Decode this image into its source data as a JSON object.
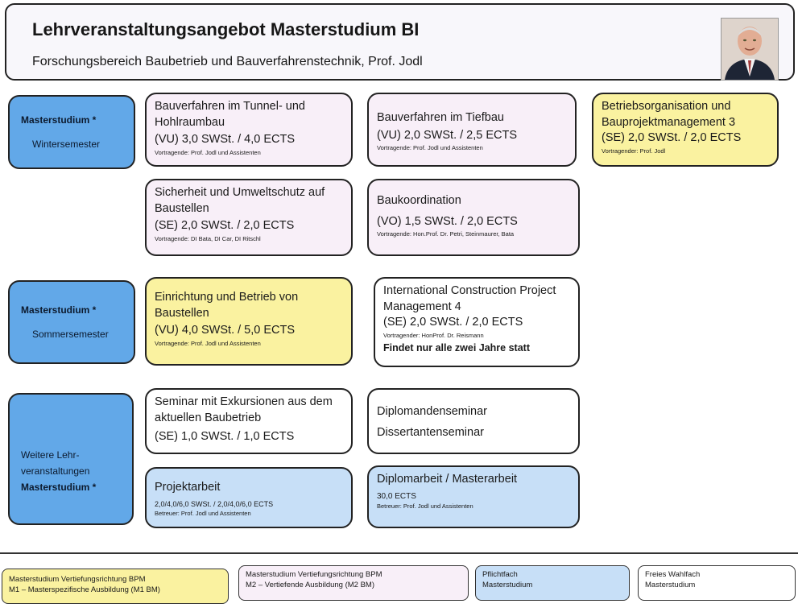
{
  "header": {
    "title": "Lehrveranstaltungsangebot Masterstudium BI",
    "subtitle": "Forschungsbereich Baubetrieb und Bauverfahrenstechnik, Prof. Jodl"
  },
  "colors": {
    "blue": "#62a8e8",
    "light_blue": "#c7dff7",
    "yellow": "#faf2a0",
    "pink": "#f8eff8",
    "white": "#ffffff"
  },
  "side_labels": {
    "winter": {
      "heading": "Masterstudium *",
      "sub": "Wintersemester"
    },
    "summer": {
      "heading": "Masterstudium *",
      "sub": "Sommersemester"
    },
    "other": {
      "line1": "Weitere Lehr-",
      "line2": "veranstaltungen",
      "heading": "Masterstudium *"
    }
  },
  "courses": {
    "tunnel": {
      "title": "Bauverfahren im Tunnel- und Hohlraumbau",
      "workload": "(VU) 3,0 SWSt. / 4,0 ECTS",
      "lecturers": "Vortragende: Prof. Jodl und Assistenten"
    },
    "tiefbau": {
      "title": "Bauverfahren im Tiefbau",
      "workload": "(VU)  2,0 SWSt. / 2,5 ECTS",
      "lecturers": "Vortragende: Prof. Jodl und Assistenten"
    },
    "betrieb": {
      "title": "Betriebsorganisation und Bauprojektmanagement 3",
      "workload": "(SE) 2,0 SWSt. / 2,0 ECTS",
      "lecturers": "Vortragender: Prof. Jodl"
    },
    "sicherheit": {
      "title": "Sicherheit und Umweltschutz auf Baustellen",
      "workload": "(SE)  2,0 SWSt. / 2,0 ECTS",
      "lecturers": "Vortragende: DI Bata, DI Car, DI Ritschl"
    },
    "baukoordination": {
      "title": "Baukoordination",
      "workload": "(VO)  1,5 SWSt. / 2,0 ECTS",
      "lecturers": "Vortragende: Hon.Prof. Dr. Petri, Steinmaurer,  Bata"
    },
    "einrichtung": {
      "title": "Einrichtung und Betrieb von Baustellen",
      "workload": "(VU)  4,0 SWSt. / 5,0 ECTS",
      "lecturers": "Vortragende: Prof. Jodl und Assistenten"
    },
    "international": {
      "title": "International Construction Project Management 4",
      "workload": "(SE) 2,0 SWSt. / 2,0 ECTS",
      "lecturers": "Vortragender: HonProf. Dr. Reismann",
      "note": "Findet nur alle zwei Jahre statt"
    },
    "seminar": {
      "title": "Seminar mit Exkursionen aus dem aktuellen Baubetrieb",
      "workload": "(SE) 1,0 SWSt. / 1,0 ECTS"
    },
    "diplomanden": {
      "line1": "Diplomandenseminar",
      "line2": "Dissertantenseminar"
    },
    "projekt": {
      "title": "Projektarbeit",
      "workload": "2,0/4,0/6,0 SWSt. / 2,0/4,0/6,0 ECTS",
      "lecturers": "Betreuer: Prof. Jodl und Assistenten"
    },
    "diplomarbeit": {
      "title": "Diplomarbeit / Masterarbeit",
      "workload": "30,0 ECTS",
      "lecturers": "Betreuer: Prof. Jodl und Assistenten"
    }
  },
  "legend": {
    "m1": {
      "line1": "Masterstudium  Vertiefungsrichtung BPM",
      "line2": "M1 – Masterspezifische Ausbildung (M1 BM)"
    },
    "m2": {
      "line1": "Masterstudium  Vertiefungsrichtung BPM",
      "line2": "M2 – Vertiefende Ausbildung (M2 BM)"
    },
    "pflicht": {
      "line1": "Pflichtfach",
      "line2": "Masterstudium"
    },
    "frei": {
      "line1": "Freies Wahlfach",
      "line2": "Masterstudium"
    }
  }
}
